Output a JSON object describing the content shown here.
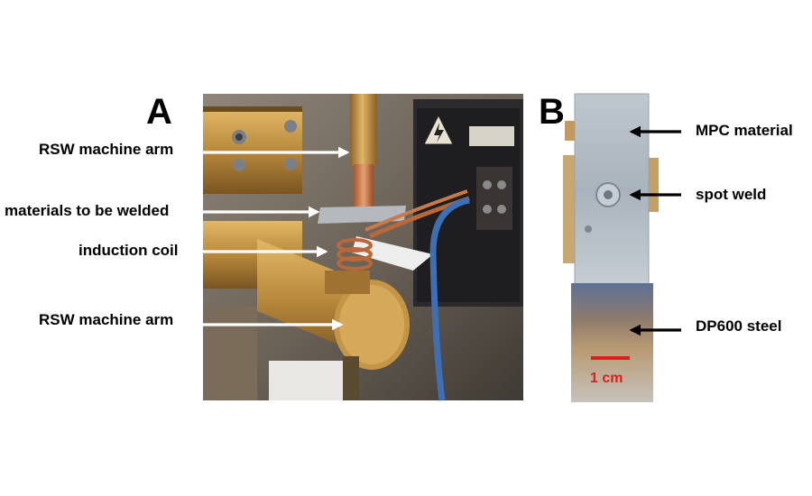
{
  "panels": {
    "a": {
      "letter": "A",
      "labels": {
        "arm_top": "RSW machine arm",
        "materials": "materials to be welded",
        "coil": "induction coil",
        "arm_bottom": "RSW machine arm"
      }
    },
    "b": {
      "letter": "B",
      "labels": {
        "mpc": "MPC material",
        "weld": "spot weld",
        "steel": "DP600 steel"
      },
      "scale_bar": "1 cm"
    }
  },
  "colors": {
    "arrow_white": "#ffffff",
    "arrow_black": "#000000",
    "scale_red": "#e01c1c",
    "brass": "#b8893c",
    "copper": "#c77a4a"
  }
}
